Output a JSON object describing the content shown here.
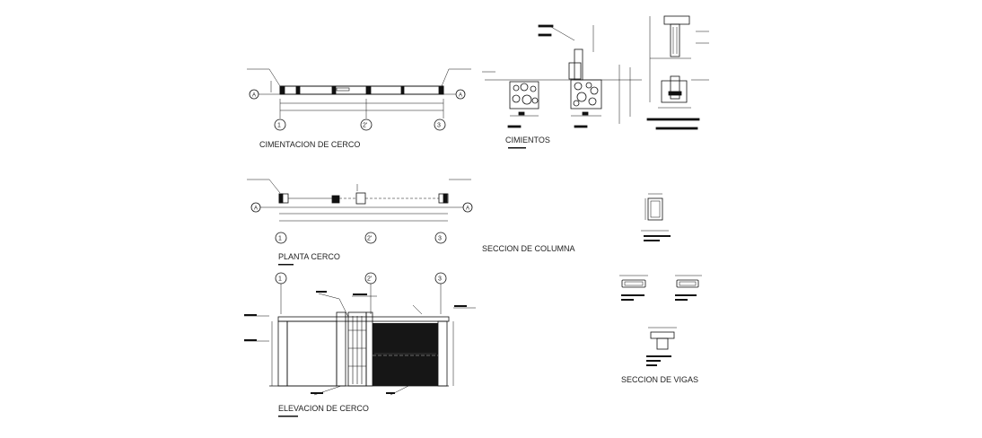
{
  "drawing": {
    "titles": {
      "cimentacion": "CIMENTACION  DE CERCO",
      "cimientos": "CIMIENTOS",
      "planta": "PLANTA CERCO",
      "seccion_columna": "SECCION DE COLUMNA",
      "elevacion": "ELEVACION DE CERCO",
      "seccion_vigas": "SECCION DE VIGAS"
    },
    "grid_axes": {
      "numbers": [
        "1",
        "2'",
        "3"
      ],
      "letter": "A"
    }
  }
}
